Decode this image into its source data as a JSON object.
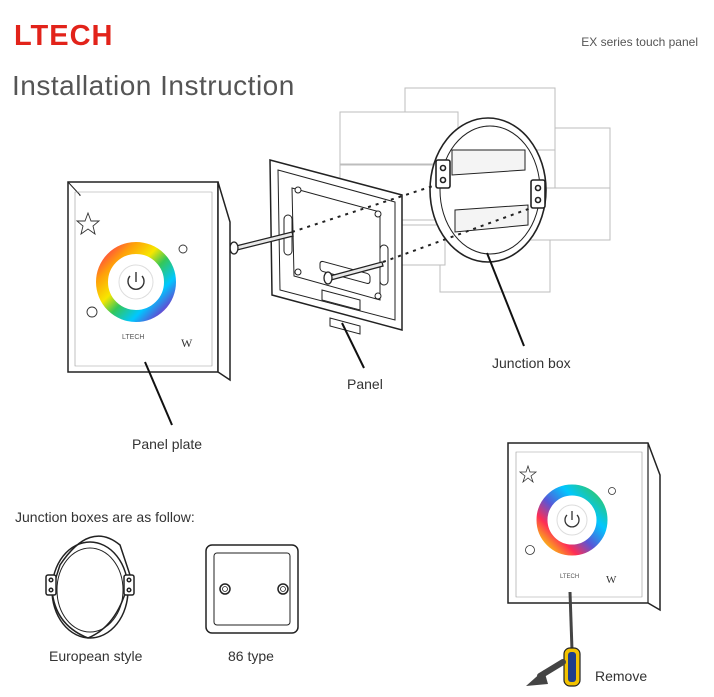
{
  "header": {
    "brand": "LTECH",
    "subtitle": "EX series touch panel",
    "title": "Installation Instruction"
  },
  "colors": {
    "brand_red": "#e2231a",
    "line": "#333333",
    "wall": "#c8c8c8"
  },
  "labels": {
    "panel_plate": "Panel plate",
    "panel": "Panel",
    "junction_box": "Junction box",
    "junction_boxes_intro": "Junction boxes are as follow:",
    "european_style": "European style",
    "type_86": "86 type",
    "remove": "Remove"
  },
  "panel_text": {
    "brand_small": "LTECH",
    "w_key": "W"
  },
  "icons": [
    "star-icon",
    "brightness-icon",
    "fan-mode-icon",
    "power-icon",
    "w-key-icon",
    "screwdriver-icon",
    "arrow-icon"
  ]
}
